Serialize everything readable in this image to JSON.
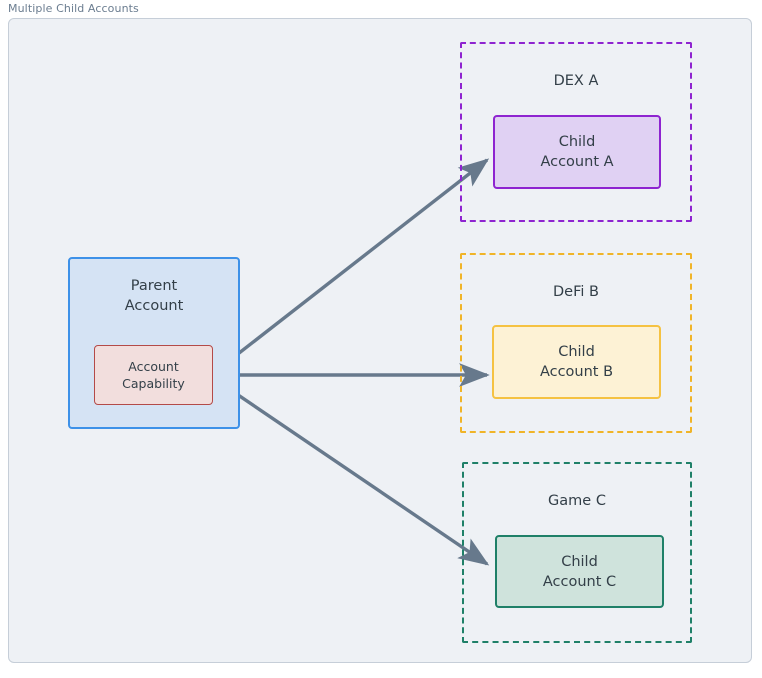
{
  "diagram": {
    "title": "Multiple Child Accounts",
    "type": "flowchart",
    "colors": {
      "canvas_background": "#eef1f5",
      "frame_border": "#c6ced8",
      "title_text": "#6b7d90",
      "node_text": "#333f48",
      "edge": "#67798c",
      "parent_fill": "#d5e3f4",
      "parent_border": "#3d91e8",
      "capability_fill": "#f2dedd",
      "capability_border": "#b44a48",
      "dex_a_accent": "#8e24d0",
      "dex_a_fill": "#e0d1f3",
      "defi_b_accent": "#f0b428",
      "defi_b_fill": "#fdf2d5",
      "game_c_accent": "#1f8068",
      "game_c_fill": "#cfe3dc"
    }
  },
  "nodes": {
    "parent_account": {
      "label_line1": "Parent",
      "label_line2": "Account"
    },
    "account_capability": {
      "label_line1": "Account",
      "label_line2": "Capability"
    },
    "child_account_a": {
      "label_line1": "Child",
      "label_line2": "Account A"
    },
    "child_account_b": {
      "label_line1": "Child",
      "label_line2": "Account B"
    },
    "child_account_c": {
      "label_line1": "Child",
      "label_line2": "Account C"
    }
  },
  "clusters": {
    "dex_a": {
      "label": "DEX A"
    },
    "defi_b": {
      "label": "DeFi B"
    },
    "game_c": {
      "label": "Game C"
    }
  },
  "edges": [
    {
      "from": "account_capability",
      "to": "child_account_a",
      "label": "",
      "style": "solid-arrow"
    },
    {
      "from": "account_capability",
      "to": "child_account_b",
      "label": "",
      "style": "solid-arrow"
    },
    {
      "from": "account_capability",
      "to": "child_account_c",
      "label": "",
      "style": "solid-arrow"
    }
  ]
}
